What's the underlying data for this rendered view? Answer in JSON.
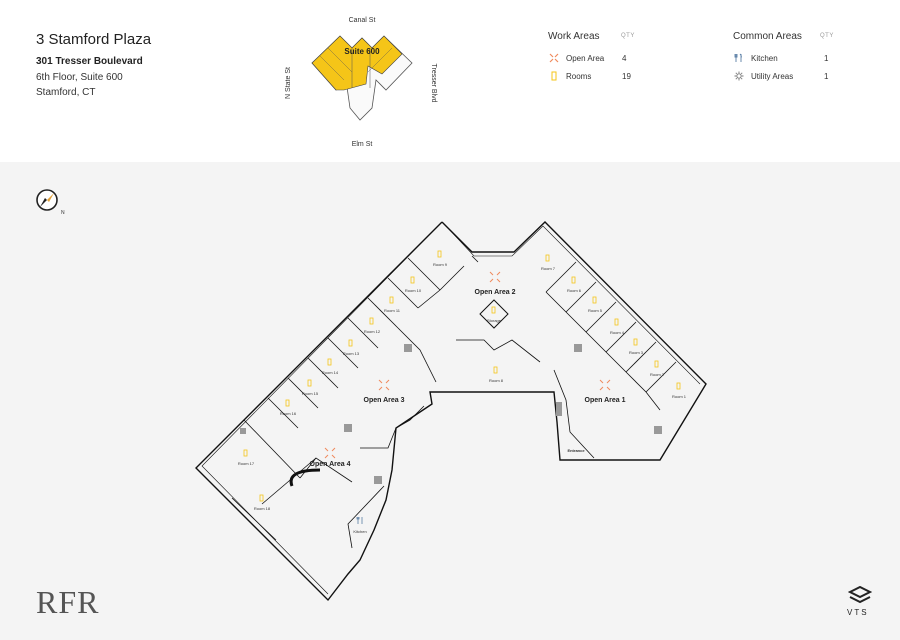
{
  "building": {
    "name": "3 Stamford Plaza",
    "street": "301 Tresser Boulevard",
    "floor_suite": "6th Floor, Suite 600",
    "city": "Stamford, CT"
  },
  "keyplan": {
    "suite_label": "Suite 600",
    "streets": {
      "north": "Canal St",
      "south": "Elm St",
      "west": "N State St",
      "east": "Tresser Blvd"
    },
    "highlight_color": "#f5c518"
  },
  "legend": {
    "work": {
      "heading": "Work Areas",
      "qty_heading": "QTY",
      "items": [
        {
          "label": "Open Area",
          "qty": "4",
          "icon": "open-area-icon",
          "color": "#f08a5d"
        },
        {
          "label": "Rooms",
          "qty": "19",
          "icon": "room-icon",
          "color": "#f5c518"
        }
      ]
    },
    "common": {
      "heading": "Common Areas",
      "qty_heading": "QTY",
      "items": [
        {
          "label": "Kitchen",
          "qty": "1",
          "icon": "kitchen-icon",
          "color": "#5b7fa6"
        },
        {
          "label": "Utility Areas",
          "qty": "1",
          "icon": "utility-icon",
          "color": "#777777"
        }
      ]
    }
  },
  "compass": {
    "label": "N"
  },
  "floorplan": {
    "open_areas": [
      "Open Area 1",
      "Open Area 2",
      "Open Area 3",
      "Open Area 4"
    ],
    "rooms": [
      "Room 1",
      "Room 2",
      "Room 3",
      "Room 4",
      "Room 5",
      "Room 6",
      "Room 7",
      "Room 8",
      "Room 9",
      "Room 10",
      "Room 11",
      "Room 12",
      "Room 13",
      "Room 14",
      "Room 15",
      "Room 16",
      "Room 17",
      "Room 18"
    ],
    "storage": "Storage",
    "kitchen": "Kitchen",
    "entrance": "Entrance"
  },
  "branding": {
    "left_logo": "RFR",
    "right_logo": "VTS"
  }
}
